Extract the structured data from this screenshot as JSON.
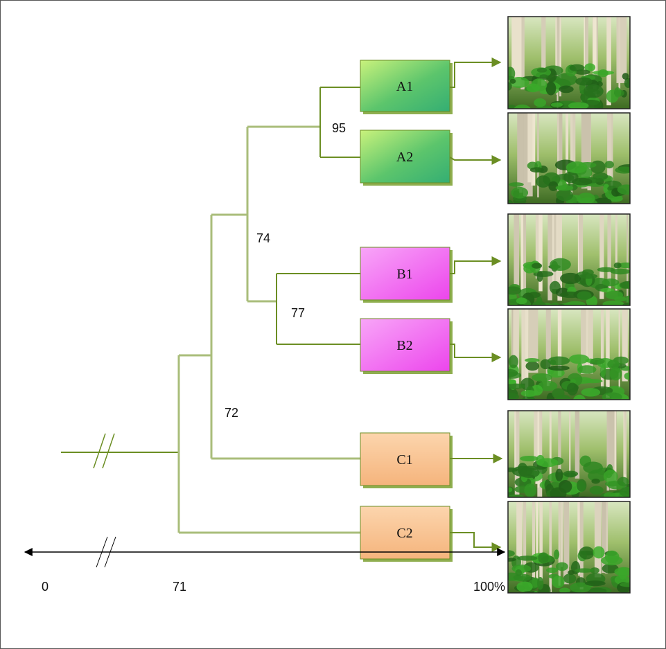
{
  "colors": {
    "branch": "#6b8e23",
    "branch_light": "#a9bd7a",
    "green_box_top": "#c8f27a",
    "green_box_bottom": "#3cb371",
    "pink_box_top": "#f7a3f7",
    "pink_box_bottom": "#ee4cee",
    "orange_box_top": "#fbd2a8",
    "orange_box_bottom": "#f4b27a",
    "axis": "#000000"
  },
  "groups": [
    {
      "id": "A1",
      "label": "A1",
      "color": "green",
      "photo_icon": "forest-photo"
    },
    {
      "id": "A2",
      "label": "A2",
      "color": "green",
      "photo_icon": "forest-photo"
    },
    {
      "id": "B1",
      "label": "B1",
      "color": "pink",
      "photo_icon": "forest-photo"
    },
    {
      "id": "B2",
      "label": "B2",
      "color": "pink",
      "photo_icon": "forest-photo"
    },
    {
      "id": "C1",
      "label": "C1",
      "color": "orange",
      "photo_icon": "forest-photo"
    },
    {
      "id": "C2",
      "label": "C2",
      "color": "orange",
      "photo_icon": "forest-photo"
    }
  ],
  "similarity_nodes": [
    {
      "label": "95",
      "joins": "A1, A2"
    },
    {
      "label": "74",
      "joins": "A, B"
    },
    {
      "label": "77",
      "joins": "B1, B2"
    },
    {
      "label": "72",
      "joins": "A, B, C1"
    }
  ],
  "axis": {
    "start_label": "0",
    "break_label": "71",
    "end_label": "100%"
  }
}
